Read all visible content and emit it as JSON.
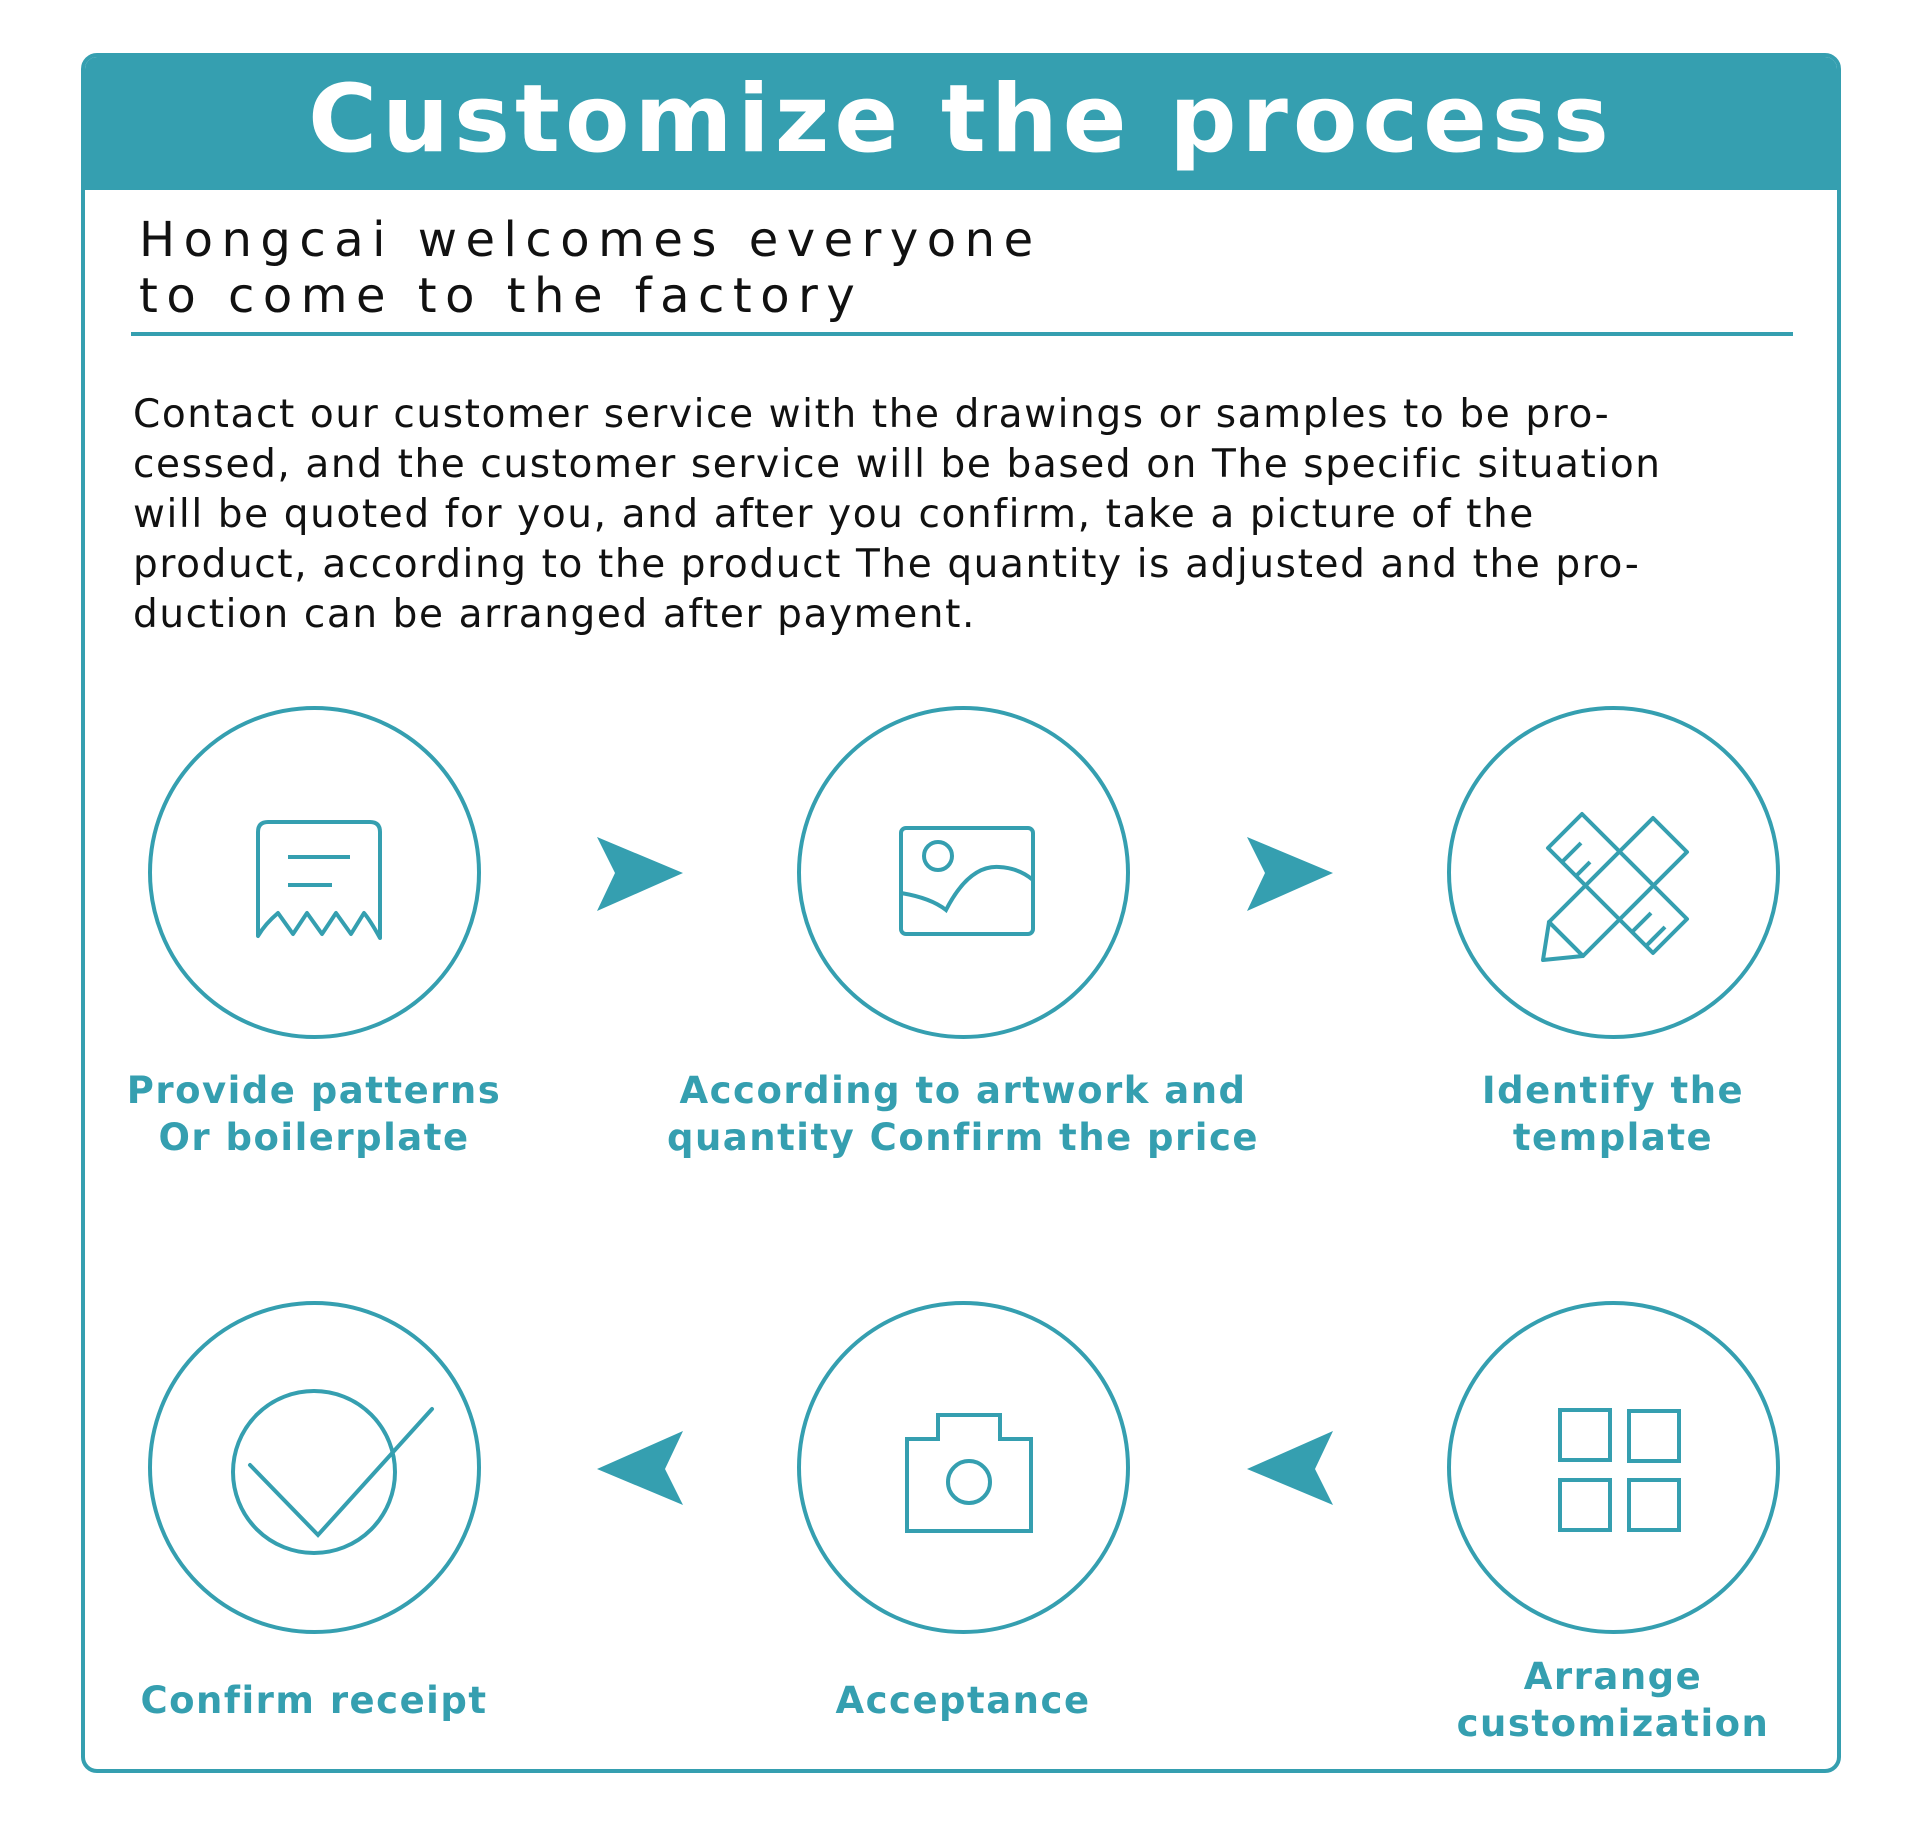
{
  "header": {
    "title": "Customize the process"
  },
  "subtitle": {
    "lines": [
      "Hongcai welcomes everyone",
      "to come to the factory"
    ]
  },
  "intro": {
    "lines": [
      "Contact our customer service with the drawings or samples to be pro-",
      "cessed, and the customer service will be based on The specific situation",
      "will be quoted for you, and after you confirm, take a picture of the",
      "product, according to the product The quantity is adjusted and the pro-",
      "duction can be arranged after payment."
    ]
  },
  "colors": {
    "accent": "#359fb0",
    "text": "#111111",
    "background": "#ffffff"
  },
  "steps": [
    {
      "icon": "receipt-icon",
      "label_lines": [
        "Provide patterns",
        "Or boilerplate"
      ]
    },
    {
      "icon": "image-icon",
      "label_lines": [
        "According to artwork and",
        "quantity Confirm the price"
      ]
    },
    {
      "icon": "ruler-pencil-icon",
      "label_lines": [
        "Identify the",
        "template"
      ]
    },
    {
      "icon": "grid-icon",
      "label_lines": [
        "Arrange",
        "customization"
      ]
    },
    {
      "icon": "camera-icon",
      "label_lines": [
        "Acceptance"
      ]
    },
    {
      "icon": "check-circle-icon",
      "label_lines": [
        "Confirm receipt"
      ]
    }
  ],
  "arrows": [
    {
      "direction": "right",
      "icon": "arrow-right-icon"
    },
    {
      "direction": "right",
      "icon": "arrow-right-icon"
    },
    {
      "direction": "left",
      "icon": "arrow-left-icon"
    },
    {
      "direction": "left",
      "icon": "arrow-left-icon"
    }
  ]
}
